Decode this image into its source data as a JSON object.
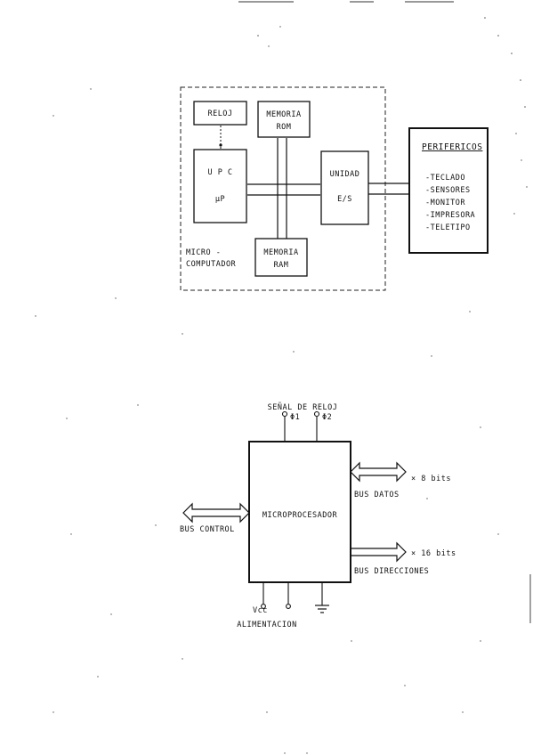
{
  "diagram1": {
    "reloj": "RELOJ",
    "rom_line1": "MEMORIA",
    "rom_line2": "ROM",
    "cpu_line1": "U P C",
    "cpu_line2": "µP",
    "es_line1": "UNIDAD",
    "es_line2": "E/S",
    "ram_line1": "MEMORIA",
    "ram_line2": "RAM",
    "micro_line1": "MICRO -",
    "micro_line2": "COMPUTADOR",
    "periph_title": "PERIFERICOS",
    "periph_items": [
      "-TECLADO",
      "-SENSORES",
      "-MONITOR",
      "-IMPRESORA",
      "-TELETIPO"
    ]
  },
  "diagram2": {
    "clock_label": "SEÑAL DE RELOJ",
    "phi1": "Φ1",
    "phi2": "Φ2",
    "cpu_label": "MICROPROCESADOR",
    "data_bits": "× 8 bits",
    "data_bus": "BUS DATOS",
    "addr_bits": "× 16 bits",
    "addr_bus": "BUS DIRECCIONES",
    "control_bus": "BUS CONTROL",
    "vcc": "Vcc",
    "power": "ALIMENTACION"
  }
}
